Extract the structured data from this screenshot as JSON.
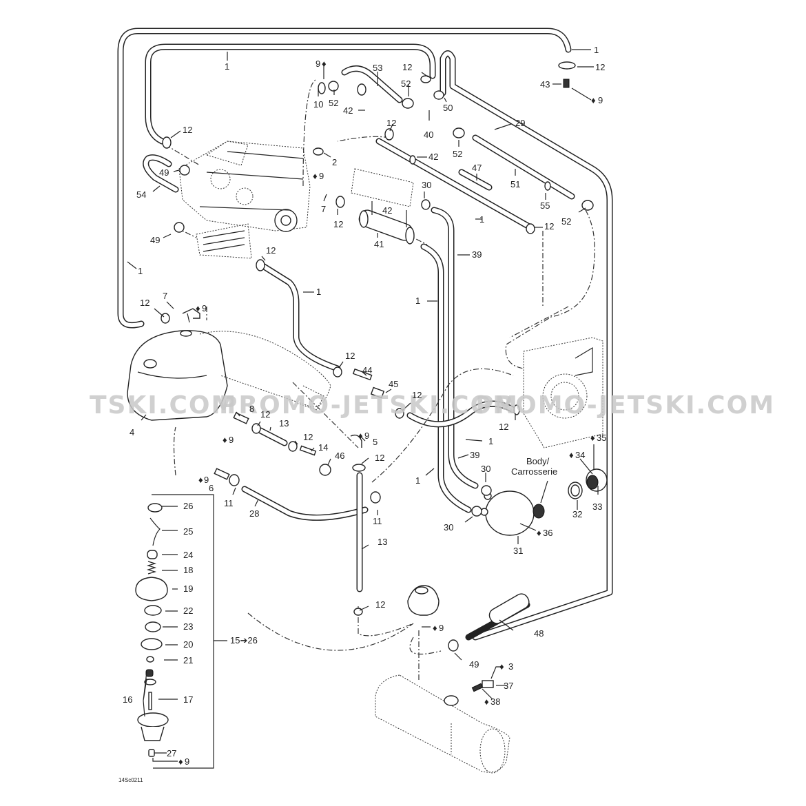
{
  "diagram": {
    "title_code": "14Sc0211",
    "watermark": [
      "TSKI.COM",
      "PROMO-JETSKI.COM",
      "PROMO-JETSKI.COM"
    ],
    "note_body": "Body/",
    "note_carrosserie": "Carrosserie",
    "range_label": "15➔26",
    "callouts": {
      "c1a": "1",
      "c1b": "1",
      "c1c": "1",
      "c1d": "1",
      "c1e": "1",
      "c1f": "1",
      "c1g": "1",
      "c1h": "1",
      "c2": "2",
      "c3": "3",
      "c4": "4",
      "c5": "5",
      "c6": "6",
      "c7a": "7",
      "c7b": "7",
      "c8": "8",
      "c9a": "9",
      "c9b": "9",
      "c9c": "9",
      "c9d": "9",
      "c9e": "9",
      "c9f": "9",
      "c9g": "9",
      "c9h": "9",
      "c9i": "9",
      "c10": "10",
      "c11a": "11",
      "c11b": "11",
      "c12a": "12",
      "c12b": "12",
      "c12c": "12",
      "c12d": "12",
      "c12e": "12",
      "c12f": "12",
      "c12g": "12",
      "c12h": "12",
      "c12i": "12",
      "c12j": "12",
      "c12k": "12",
      "c12l": "12",
      "c12m": "12",
      "c12n": "12",
      "c12o": "12",
      "c13a": "13",
      "c13b": "13",
      "c14": "14",
      "c16": "16",
      "c17": "17",
      "c18": "18",
      "c19": "19",
      "c20": "20",
      "c21": "21",
      "c22": "22",
      "c23": "23",
      "c24": "24",
      "c25": "25",
      "c26": "26",
      "c27": "27",
      "c28": "28",
      "c29": "29",
      "c30a": "30",
      "c30b": "30",
      "c30c": "30",
      "c31": "31",
      "c32": "32",
      "c33": "33",
      "c34": "34",
      "c35": "35",
      "c36": "36",
      "c37": "37",
      "c38": "38",
      "c39a": "39",
      "c39b": "39",
      "c40": "40",
      "c41": "41",
      "c42a": "42",
      "c42b": "42",
      "c42c": "42",
      "c43": "43",
      "c44": "44",
      "c45": "45",
      "c46": "46",
      "c47": "47",
      "c48": "48",
      "c49a": "49",
      "c49b": "49",
      "c49c": "49",
      "c50": "50",
      "c51": "51",
      "c52a": "52",
      "c52b": "52",
      "c52c": "52",
      "c52d": "52",
      "c53": "53",
      "c54": "54",
      "c55": "55"
    }
  }
}
